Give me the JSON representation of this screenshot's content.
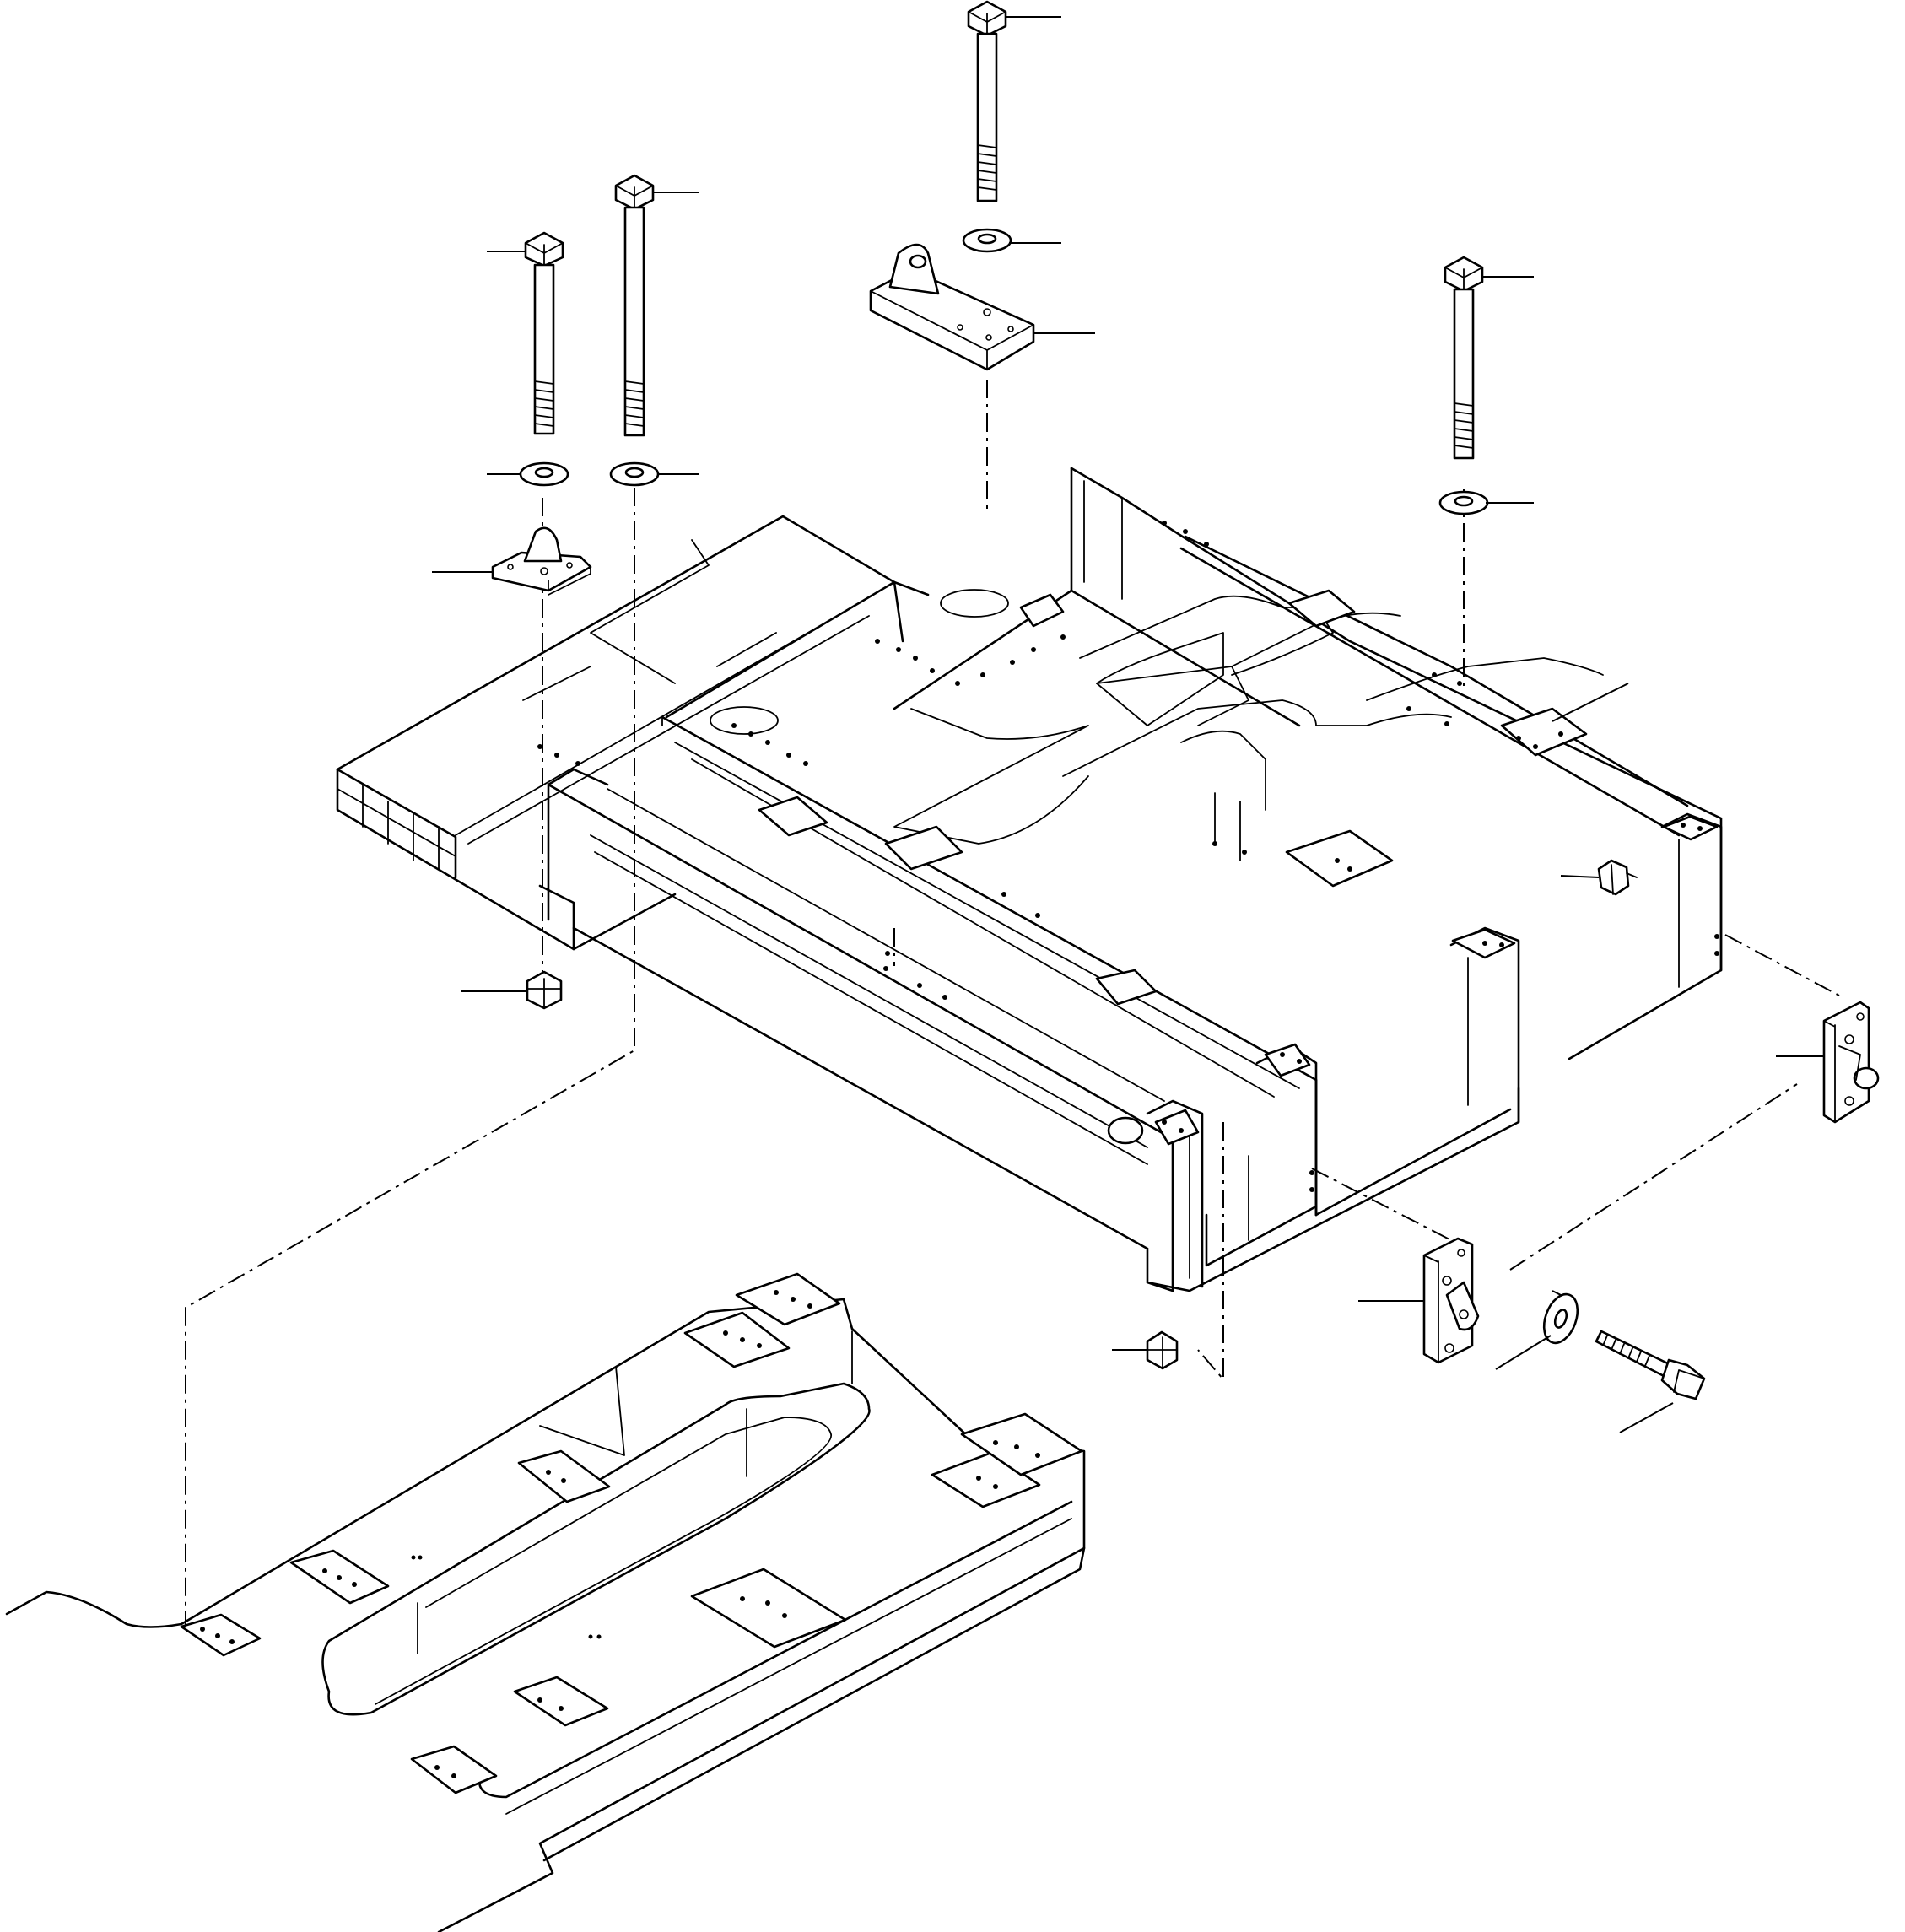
{
  "figure": {
    "kind": "exploded-parts-illustration",
    "style": "black line art on white",
    "callout_leaders": 23,
    "callout_labels": []
  },
  "parts": [
    {
      "id": "bolt-left",
      "icon": "hex-bolt"
    },
    {
      "id": "washer-left",
      "icon": "flat-washer"
    },
    {
      "id": "bracket-left",
      "icon": "lug-bracket"
    },
    {
      "id": "nut-left",
      "icon": "hex-nut"
    },
    {
      "id": "bolt-middle",
      "icon": "hex-bolt"
    },
    {
      "id": "washer-middle",
      "icon": "flat-washer"
    },
    {
      "id": "bolt-top",
      "icon": "hex-bolt"
    },
    {
      "id": "washer-top",
      "icon": "flat-washer"
    },
    {
      "id": "bracket-top",
      "icon": "lug-bracket"
    },
    {
      "id": "bolt-right",
      "icon": "hex-bolt"
    },
    {
      "id": "washer-right",
      "icon": "flat-washer"
    },
    {
      "id": "main-frame",
      "icon": "welded-frame"
    },
    {
      "id": "nut-frame-right",
      "icon": "hex-nut"
    },
    {
      "id": "side-bracket-upper",
      "icon": "side-plate-bracket"
    },
    {
      "id": "side-bracket-lower",
      "icon": "side-plate-bracket"
    },
    {
      "id": "washer-side",
      "icon": "flat-washer"
    },
    {
      "id": "bolt-side",
      "icon": "hex-bolt"
    },
    {
      "id": "nut-bottom",
      "icon": "hex-nut"
    },
    {
      "id": "base-chassis",
      "icon": "chassis-floor"
    }
  ]
}
